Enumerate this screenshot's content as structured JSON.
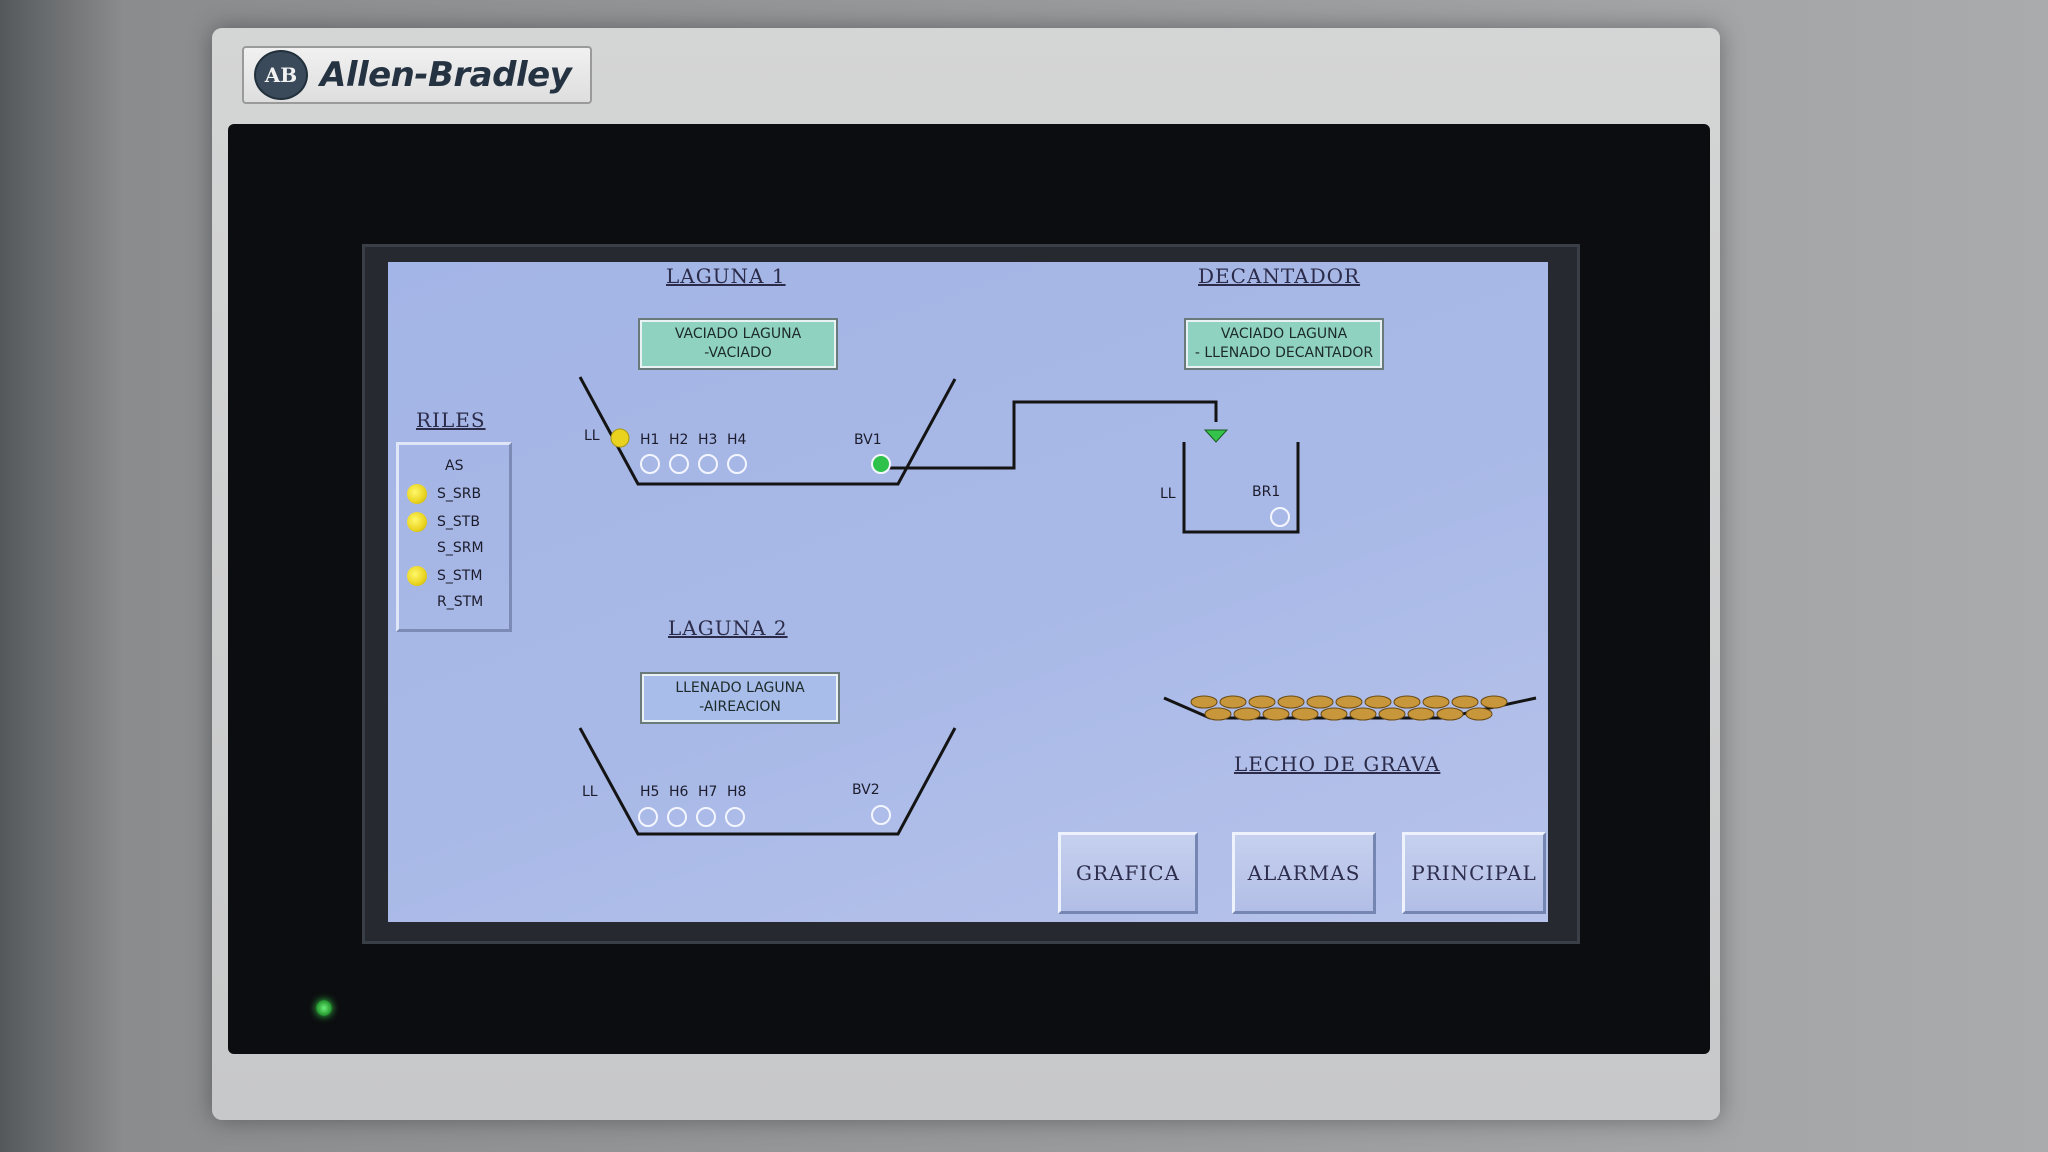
{
  "device": {
    "brand_logo": "AB",
    "brand_name": "Allen-Bradley"
  },
  "riles": {
    "title": "RILES",
    "items": [
      {
        "label": "AS",
        "on": false
      },
      {
        "label": "S_SRB",
        "on": true
      },
      {
        "label": "S_STB",
        "on": true
      },
      {
        "label": "S_SRM",
        "on": false
      },
      {
        "label": "S_STM",
        "on": true
      },
      {
        "label": "R_STM",
        "on": false
      }
    ]
  },
  "laguna1": {
    "title": "LAGUNA 1",
    "status_line1": "VACIADO LAGUNA",
    "status_line2": "-VACIADO",
    "ll_label": "LL",
    "aerators": [
      "H1",
      "H2",
      "H3",
      "H4"
    ],
    "valve_label": "BV1"
  },
  "laguna2": {
    "title": "LAGUNA 2",
    "status_line1": "LLENADO LAGUNA",
    "status_line2": "-AIREACION",
    "ll_label": "LL",
    "aerators": [
      "H5",
      "H6",
      "H7",
      "H8"
    ],
    "valve_label": "BV2"
  },
  "decantador": {
    "title": "DECANTADOR",
    "status_line1": "VACIADO LAGUNA",
    "status_line2": "- LLENADO DECANTADOR",
    "ll_label": "LL",
    "pump_label": "BR1"
  },
  "lecho": {
    "title": "LECHO DE GRAVA"
  },
  "buttons": {
    "grafica": "GRAFICA",
    "alarmas": "ALARMAS",
    "principal": "PRINCIPAL"
  },
  "colors": {
    "screen_bg": "#a8b8e6",
    "indicator_yellow": "#e9d31f",
    "indicator_green": "#2fc24a",
    "status_green": "#8fd2c0",
    "gravel": "#c8973c"
  }
}
